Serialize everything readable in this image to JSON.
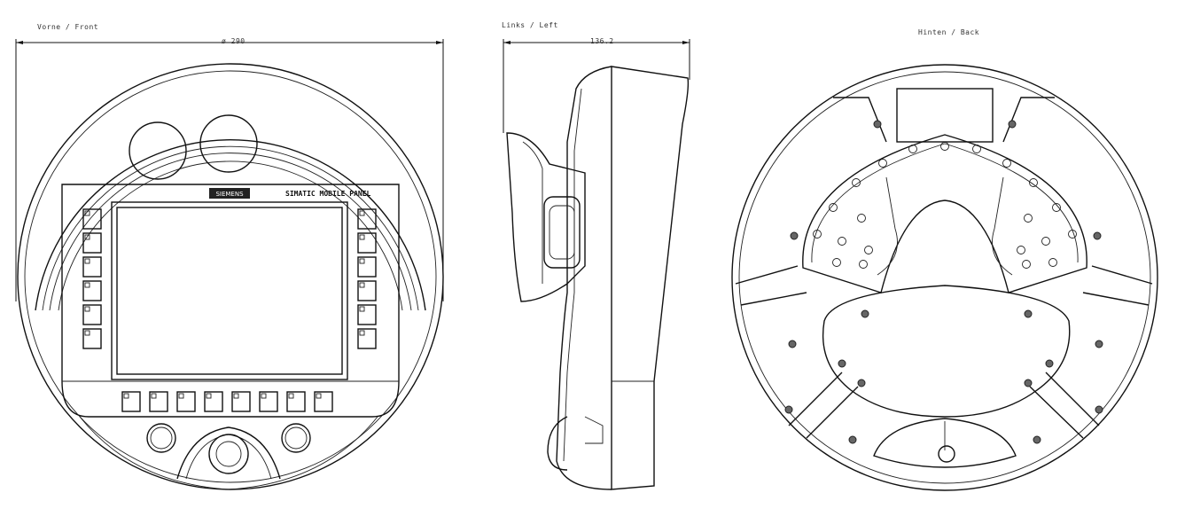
{
  "views": {
    "front": {
      "label": "Vorne / Front",
      "dimension": "ø 290"
    },
    "left": {
      "label": "Links / Left",
      "dimension": "136.2"
    },
    "back": {
      "label": "Hinten / Back"
    }
  },
  "panel": {
    "logo_text": "SIEMENS",
    "product_name": "SIMATIC MOBILE PANEL"
  }
}
